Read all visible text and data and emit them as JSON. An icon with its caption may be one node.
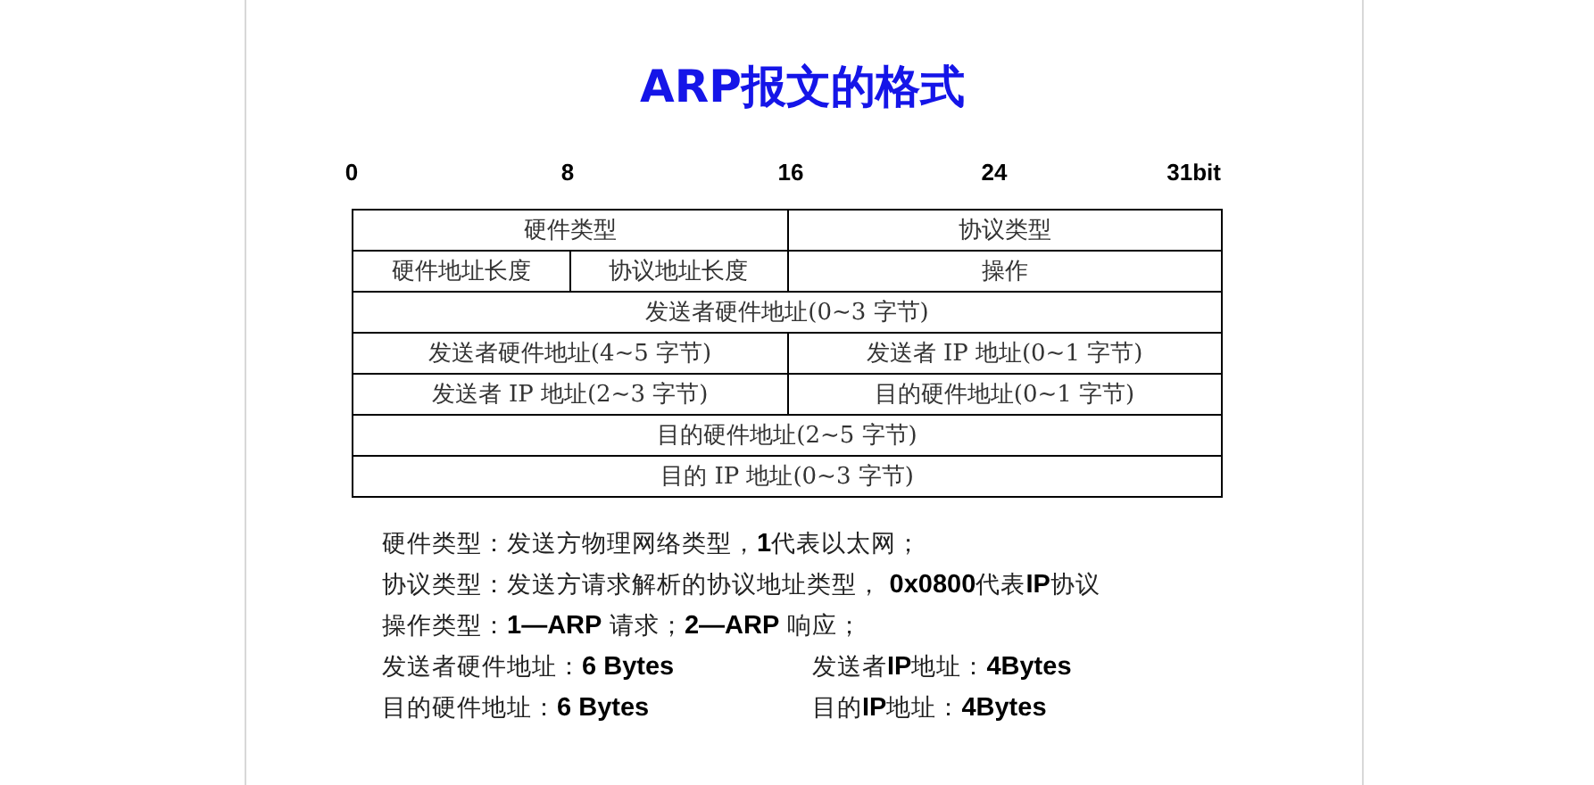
{
  "diagram": {
    "title": "ARP报文的格式",
    "labels": [
      "0",
      "8",
      "16",
      "24",
      "31bit",
      "硬件类型",
      "协议类型",
      "硬件地址长度",
      "协议地址长度",
      "操作",
      "发送者硬件地址(0~3 字节)",
      "发送者硬件地址(4~5 字节)",
      "发送者 IP 地址(0~1 字节)",
      "发送者 IP 地址(2~3 字节)",
      "目的硬件地址(0~1 字节)",
      "目的硬件地址(2~5 字节)",
      "目的 IP 地址(0~3 字节)",
      "硬件类型：发送方物理网络类型，**1**代表以太网；",
      "协议类型：发送方请求解析的协议地址类型， **0x0800**代表**IP**协议",
      "操作类型：**1—ARP** 请求；**2—ARP** 响应；",
      "发送者硬件地址：**6 Bytes**",
      "发送者**IP**地址：**4Bytes**",
      "目的硬件地址：**6 Bytes**",
      "目的**IP**地址：**4Bytes**"
    ]
  }
}
